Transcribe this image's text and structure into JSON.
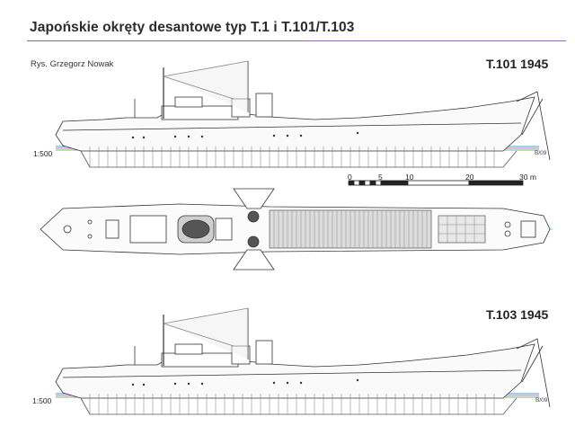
{
  "header": {
    "title": "Japońskie okręty desantowe typ T.1 i T.101/T.103",
    "credit": "Rys. Grzegorz Nowak"
  },
  "ships": {
    "top_name": "T.101 1945",
    "bottom_name": "T.103 1945",
    "top_scale": "1:500",
    "bottom_scale": "1:500",
    "top_stern_mark": "B/09",
    "bottom_stern_mark": "B/09"
  },
  "scalebar": {
    "ticks": [
      "0",
      "5",
      "10",
      "20",
      "30 m"
    ]
  },
  "colors": {
    "waterline": "#2ab7b0",
    "waterline_alt": "#c03fd0",
    "keel": "#49a63a",
    "hull_line": "#333333"
  }
}
